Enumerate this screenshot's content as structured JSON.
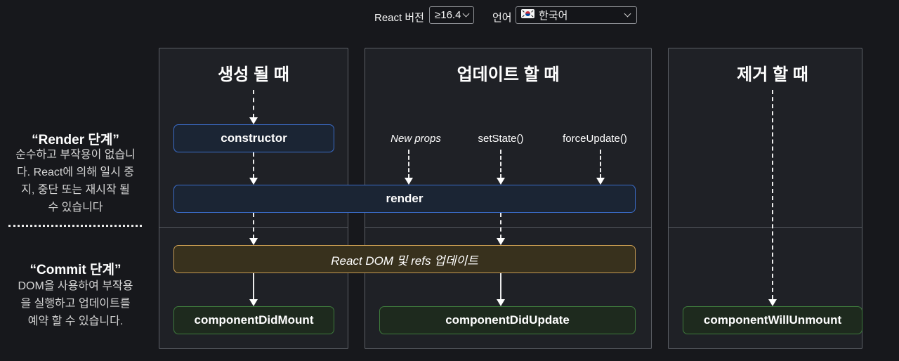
{
  "toolbar": {
    "version_label": "React 버전",
    "version_value": "≥16.4",
    "language_label": "언어",
    "language_value": "한국어",
    "flag_icon": "korean-flag-icon"
  },
  "sidebar": {
    "render_phase": {
      "title": "“Render 단계”",
      "description": "순수하고 부작용이 없습니\n다. React에 의해 일시 중\n지, 중단 또는 재시작 될\n수 있습니다"
    },
    "commit_phase": {
      "title": "“Commit 단계”",
      "description": "DOM을 사용하여 부작용\n을 실행하고 업데이트를\n예약 할 수 있습니다."
    }
  },
  "columns": [
    {
      "title": "생성 될 때"
    },
    {
      "title": "업데이트 할 때"
    },
    {
      "title": "제거 할 때"
    }
  ],
  "triggers": [
    "New props",
    "setState()",
    "forceUpdate()"
  ],
  "boxes": {
    "constructor": "constructor",
    "render": "render",
    "react_dom": "React DOM 및 refs 업데이트",
    "did_mount": "componentDidMount",
    "did_update": "componentDidUpdate",
    "will_unmount": "componentWillUnmount"
  },
  "colors": {
    "page_bg": "#17181c",
    "panel_bg": "#1f2126",
    "panel_border": "#5c6066",
    "blue_box_bg": "#1b2534",
    "blue_box_border": "#3a6cc8",
    "gold_box_bg": "#38311d",
    "gold_box_border": "#c79b51",
    "green_box_bg": "#1e2a1e",
    "green_box_border": "#3e7a3c",
    "flag_red": "#cd2e3a",
    "flag_blue": "#0047a0"
  }
}
